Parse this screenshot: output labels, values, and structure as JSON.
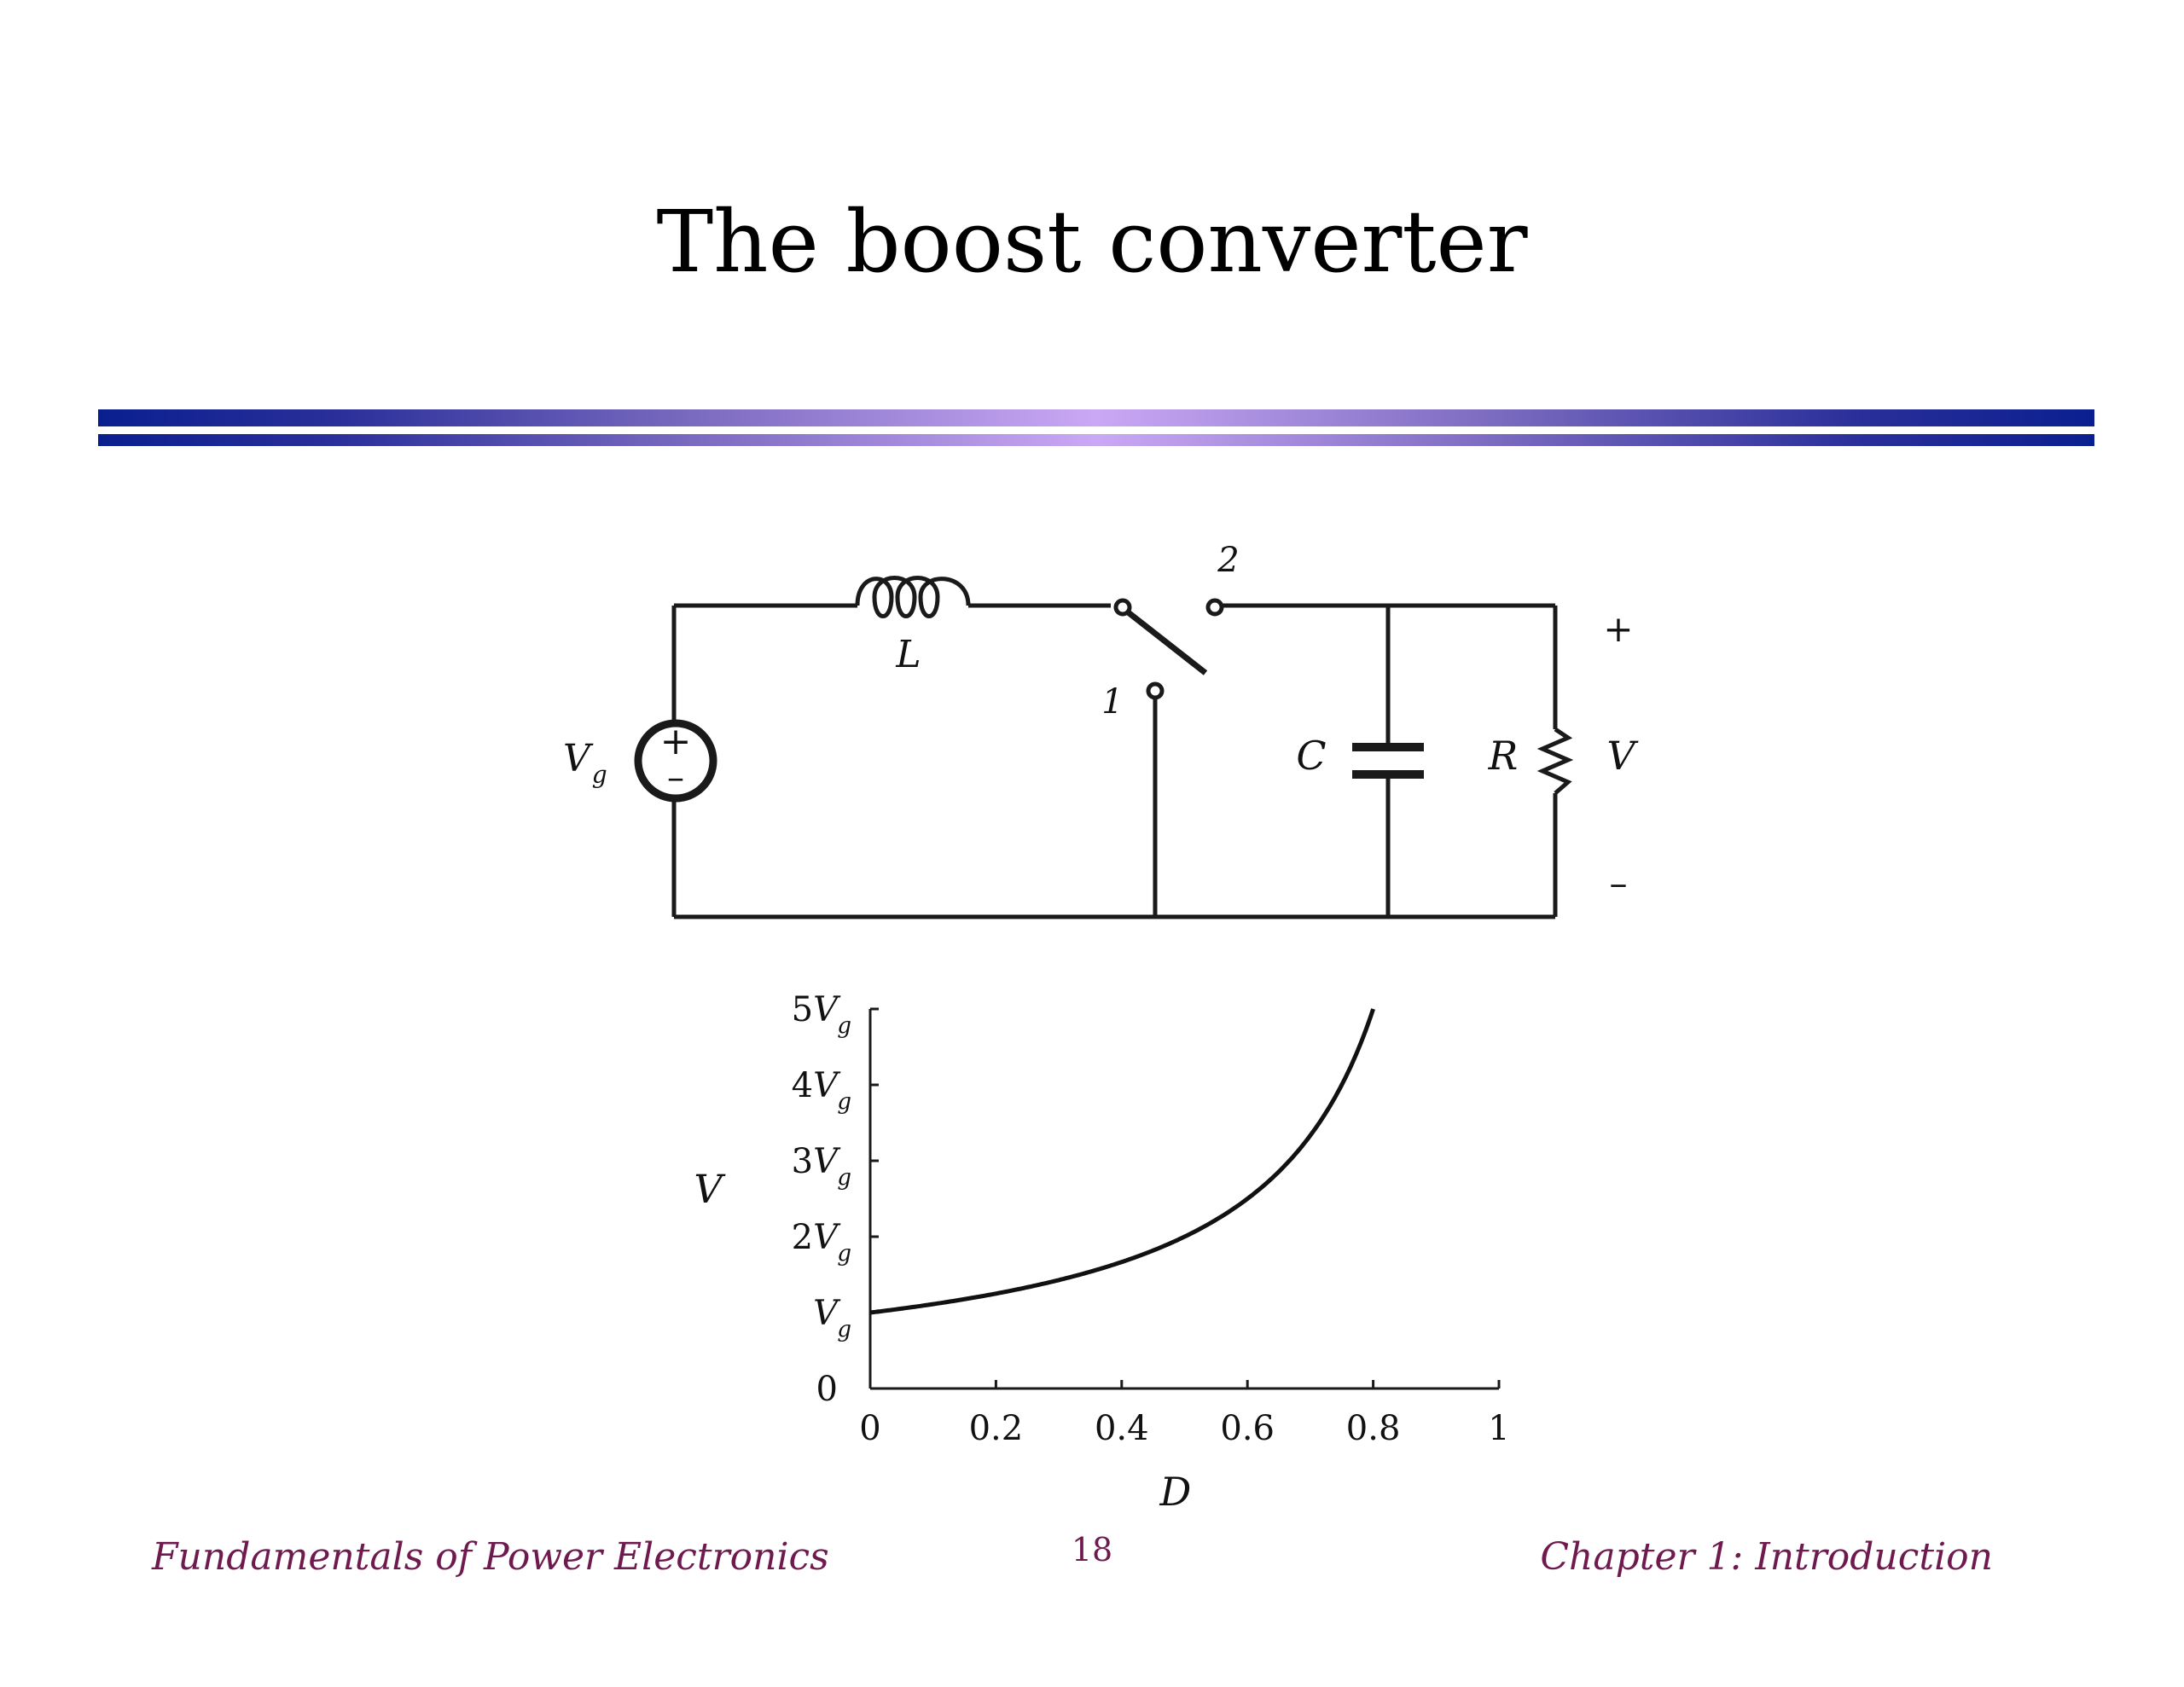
{
  "slide": {
    "title": "The boost converter"
  },
  "circuit": {
    "source_label": "V",
    "source_sub": "g",
    "source_plus": "+",
    "source_minus": "–",
    "inductor_label": "L",
    "switch_pos1": "1",
    "switch_pos2": "2",
    "capacitor_label": "C",
    "resistor_label": "R",
    "output_label": "V",
    "output_plus": "+",
    "output_minus": "–"
  },
  "chart_data": {
    "type": "line",
    "xlabel": "D",
    "ylabel": "V",
    "xlim": [
      0,
      1
    ],
    "ylim": [
      0,
      5
    ],
    "x_ticks": [
      "0",
      "0.2",
      "0.4",
      "0.6",
      "0.8",
      "1"
    ],
    "y_ticks": [
      {
        "value": 0,
        "coef": "0",
        "var": "",
        "sub": ""
      },
      {
        "value": 1,
        "coef": "",
        "var": "V",
        "sub": "g"
      },
      {
        "value": 2,
        "coef": "2",
        "var": "V",
        "sub": "g"
      },
      {
        "value": 3,
        "coef": "3",
        "var": "V",
        "sub": "g"
      },
      {
        "value": 4,
        "coef": "4",
        "var": "V",
        "sub": "g"
      },
      {
        "value": 5,
        "coef": "5",
        "var": "V",
        "sub": "g"
      }
    ],
    "series": [
      {
        "x": [
          0,
          0.1,
          0.2,
          0.3,
          0.4,
          0.5,
          0.6,
          0.7,
          0.75,
          0.8
        ],
        "y": [
          1.0,
          1.111,
          1.25,
          1.429,
          1.667,
          2.0,
          2.5,
          3.333,
          4.0,
          5.0
        ]
      }
    ],
    "grid": false
  },
  "footer": {
    "left": "Fundamentals of Power Electronics",
    "page": "18",
    "right": "Chapter 1: Introduction"
  },
  "colors": {
    "footer_text": "#6e1a4e",
    "rule_dark": "#0a1f8f",
    "rule_light": "#caa8f5"
  }
}
